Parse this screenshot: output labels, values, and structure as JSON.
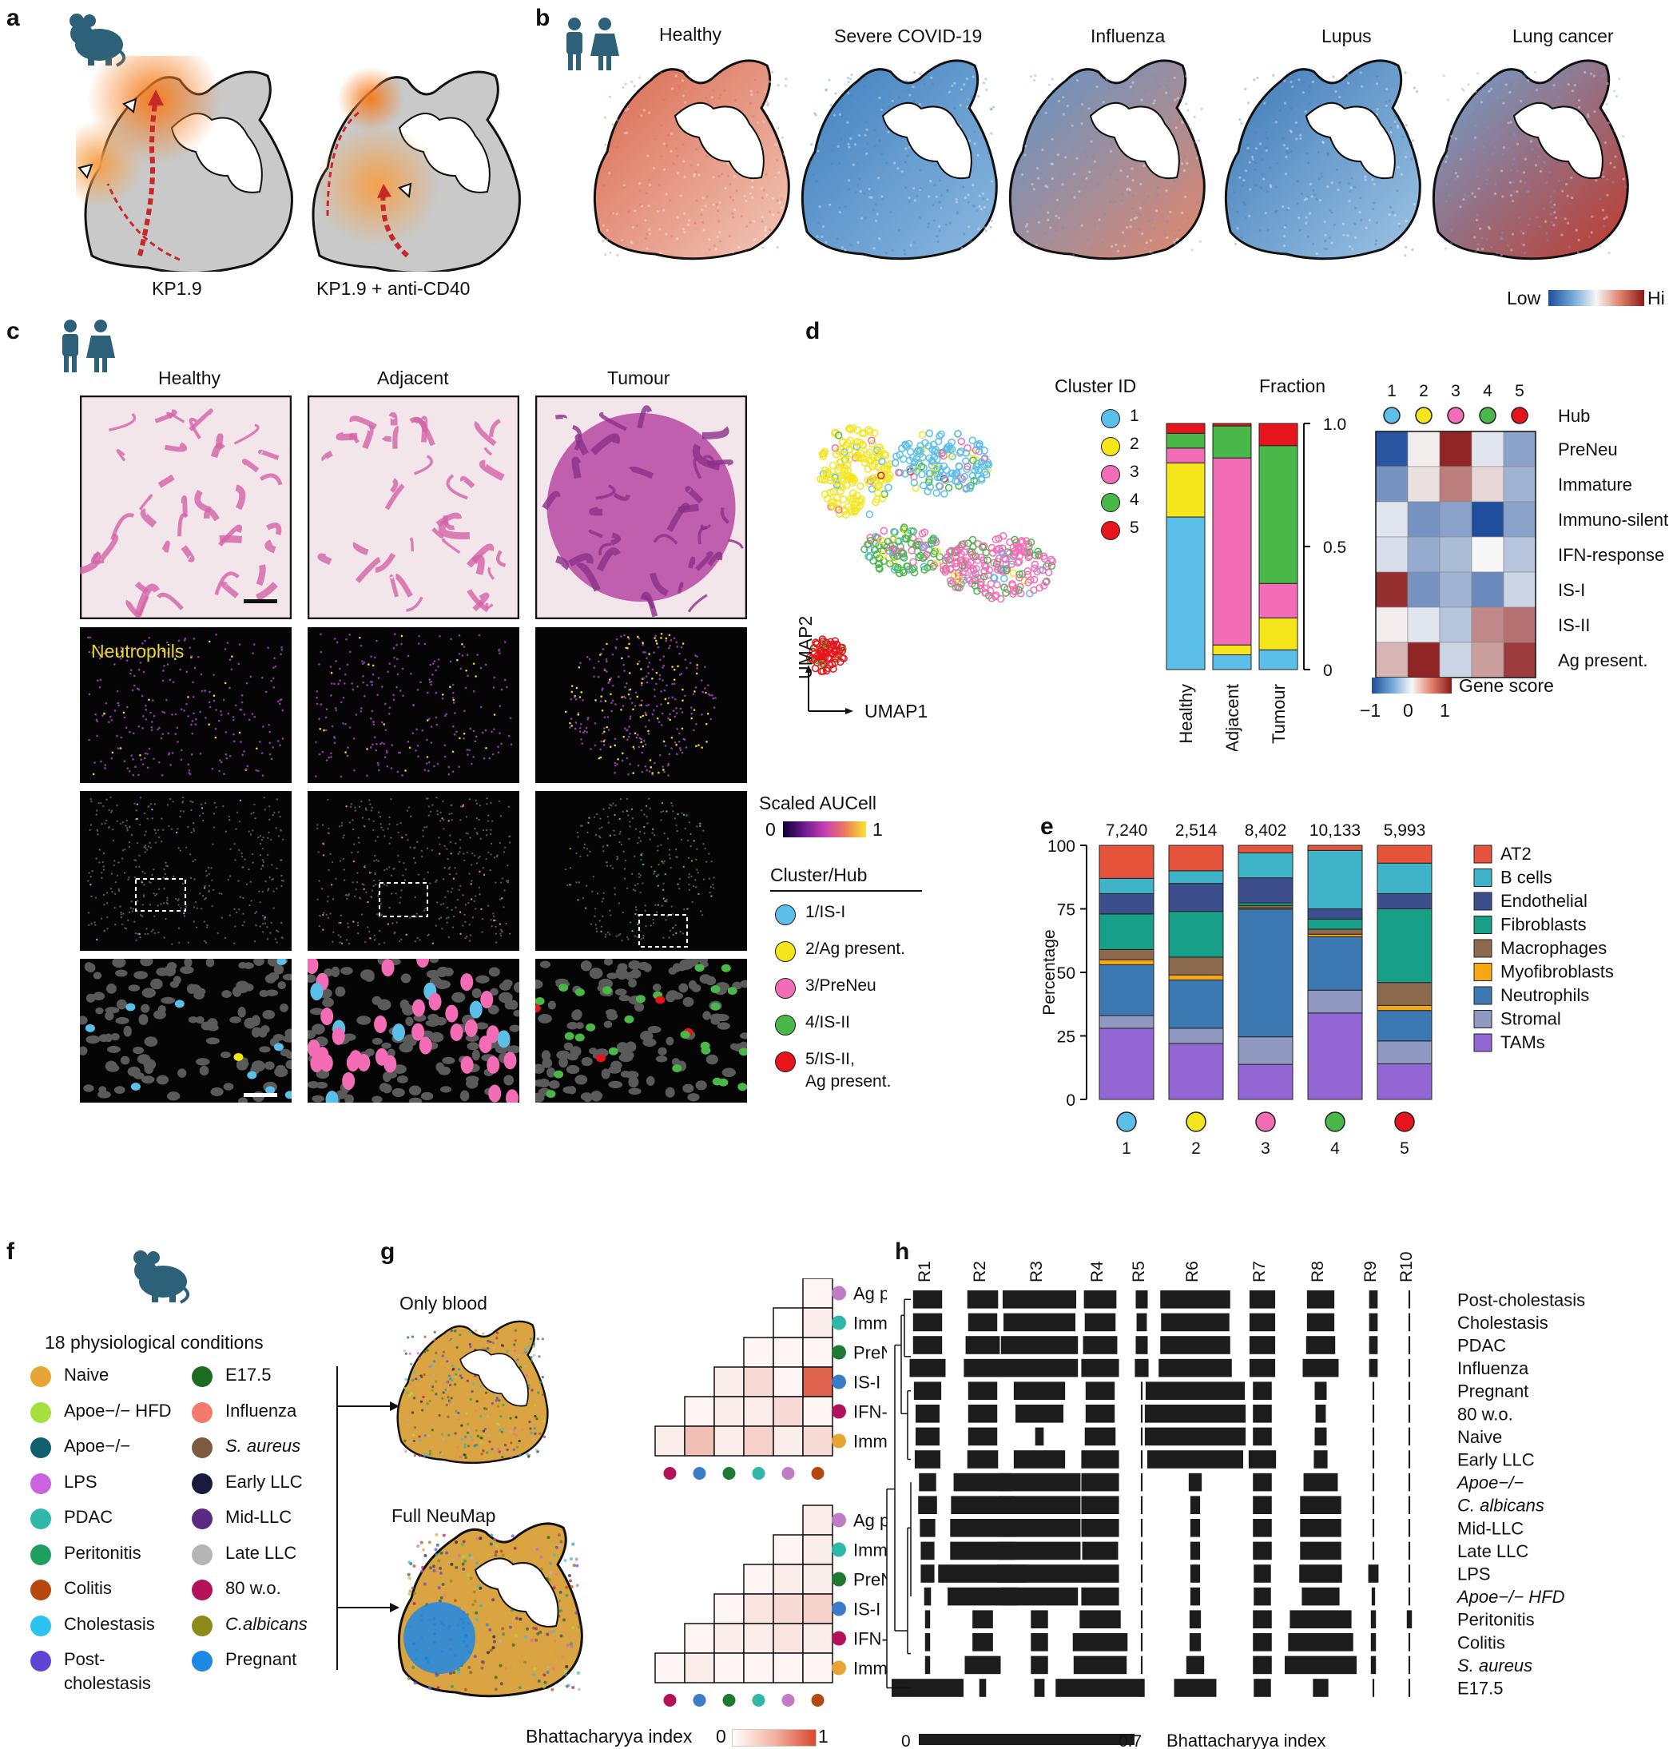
{
  "panel_letters": {
    "a": "a",
    "b": "b",
    "c": "c",
    "d": "d",
    "e": "e",
    "f": "f",
    "g": "g",
    "h": "h"
  },
  "panel_a": {
    "labels": [
      "KP1.9",
      "KP1.9 + anti-CD40"
    ]
  },
  "panel_b": {
    "conditions": [
      "Healthy",
      "Severe COVID-19",
      "Influenza",
      "Lupus",
      "Lung cancer"
    ],
    "scale_low": "Low",
    "scale_high": "Hi",
    "colors": {
      "low": "#2166ac",
      "mid": "#f7f7f7",
      "high": "#8b1a1a"
    }
  },
  "panel_c": {
    "columns": [
      "Healthy",
      "Adjacent",
      "Tumour"
    ],
    "row2_label": "Neutrophils",
    "aucell_title": "Scaled AUCell",
    "aucell_min": "0",
    "aucell_max": "1",
    "cluster_title": "Cluster/Hub",
    "clusters": [
      {
        "label": "1/IS-I",
        "color": "#5bbfe9"
      },
      {
        "label": "2/Ag present.",
        "color": "#f5e51b"
      },
      {
        "label": "3/PreNeu",
        "color": "#f26db6"
      },
      {
        "label": "4/IS-II",
        "color": "#49b848"
      },
      {
        "label": "5/IS-II,",
        "label2": "Ag present.",
        "color": "#e8141b"
      }
    ]
  },
  "panel_d": {
    "cluster_id_title": "Cluster ID",
    "cluster_ids": [
      "1",
      "2",
      "3",
      "4",
      "5"
    ],
    "cluster_colors": [
      "#5bbfe9",
      "#f5e51b",
      "#f26db6",
      "#49b848",
      "#e8141b"
    ],
    "umap_x": "UMAP1",
    "umap_y": "UMAP2",
    "fraction_title": "Fraction",
    "fraction_ticks": [
      "1.0",
      "0.5",
      "0"
    ],
    "fraction_categories": [
      "Healthy",
      "Adjacent",
      "Tumour"
    ],
    "heatmap_cols": [
      "1",
      "2",
      "3",
      "4",
      "5"
    ],
    "heatmap_rows": [
      "Hub",
      "PreNeu",
      "Immature",
      "Immuno-silent",
      "IFN-response",
      "IS-I",
      "IS-II",
      "Ag present."
    ],
    "gene_score_title": "Gene score",
    "gene_score_ticks": [
      "−1",
      "0",
      "1"
    ]
  },
  "panel_f": {
    "title": "18 physiological conditions",
    "conditions_left": [
      {
        "label": "Naive",
        "color": "#e8a435"
      },
      {
        "label": "Apoe−/− HFD",
        "color": "#a6e03e"
      },
      {
        "label": "Apoe−/−",
        "color": "#115e6e"
      },
      {
        "label": "LPS",
        "color": "#cb62e0"
      },
      {
        "label": "PDAC",
        "color": "#2fb8a8"
      },
      {
        "label": "Peritonitis",
        "color": "#1f9e60"
      },
      {
        "label": "Colitis",
        "color": "#b5470f"
      },
      {
        "label": "Cholestasis",
        "color": "#2bc3ef"
      },
      {
        "label": "Post-",
        "label2": "cholestasis",
        "color": "#5f45d6"
      }
    ],
    "conditions_right": [
      {
        "label": "E17.5",
        "color": "#1b6b20"
      },
      {
        "label": "Influenza",
        "color": "#f47a6e"
      },
      {
        "label": "S. aureus",
        "color": "#7e5a41"
      },
      {
        "label": "Early LLC",
        "color": "#1a1a3e"
      },
      {
        "label": "Mid-LLC",
        "color": "#5a2a82"
      },
      {
        "label": "Late LLC",
        "color": "#b5b5b5"
      },
      {
        "label": "80 w.o.",
        "color": "#b3125b"
      },
      {
        "label": "C.albicans",
        "color": "#8b8a1a"
      },
      {
        "label": "Pregnant",
        "color": "#1e88e5"
      }
    ]
  },
  "panel_g": {
    "titles": [
      "Only blood",
      "Full NeuMap"
    ],
    "rows": [
      {
        "label": "Ag present.",
        "color": "#c07cc4"
      },
      {
        "label": "Immuno-silent",
        "color": "#2fb8a8"
      },
      {
        "label": "PreNeu",
        "color": "#1e7a32"
      },
      {
        "label": "IS-I",
        "color": "#3a7cc8"
      },
      {
        "label": "IFN-resp.",
        "color": "#b3125b"
      },
      {
        "label": "Immature",
        "color": "#e8a435"
      }
    ],
    "bi_title": "Bhattacharyya index",
    "bi_min": "0",
    "bi_max": "1"
  },
  "panel_h": {
    "columns": [
      "R1",
      "R2",
      "R3",
      "R4",
      "R5",
      "R6",
      "R7",
      "R8",
      "R9",
      "R10"
    ],
    "rows": [
      "Post-cholestasis",
      "Cholestasis",
      "PDAC",
      "Influenza",
      "Pregnant",
      "80 w.o.",
      "Naive",
      "Early LLC",
      "Apoe−/−",
      "C. albicans",
      "Mid-LLC",
      "Late LLC",
      "LPS",
      "Apoe−/− HFD",
      "Peritonitis",
      "Colitis",
      "S. aureus",
      "E17.5"
    ],
    "italic_rows": [
      8,
      9,
      13,
      16
    ],
    "scale_min": "0",
    "scale_max": "0.7",
    "scale_title": "Bhattacharyya index"
  },
  "chart_data": [
    {
      "type": "bar",
      "stacked": true,
      "title": "",
      "categories": [
        "Healthy",
        "Adjacent",
        "Tumour"
      ],
      "ylabel": "Fraction",
      "ylim": [
        0,
        1
      ],
      "series": [
        {
          "name": "1",
          "color": "#5bbfe9",
          "values": [
            0.62,
            0.06,
            0.08
          ]
        },
        {
          "name": "2",
          "color": "#f5e51b",
          "values": [
            0.22,
            0.04,
            0.13
          ]
        },
        {
          "name": "3",
          "color": "#f26db6",
          "values": [
            0.06,
            0.76,
            0.14
          ]
        },
        {
          "name": "4",
          "color": "#49b848",
          "values": [
            0.06,
            0.13,
            0.56
          ]
        },
        {
          "name": "5",
          "color": "#e8141b",
          "values": [
            0.04,
            0.01,
            0.09
          ]
        }
      ]
    },
    {
      "type": "heatmap",
      "title": "",
      "x": [
        "1",
        "2",
        "3",
        "4",
        "5"
      ],
      "y": [
        "PreNeu",
        "Immature",
        "Immuno-silent",
        "IFN-response",
        "IS-I",
        "IS-II",
        "Ag present."
      ],
      "zlim": [
        -1,
        1
      ],
      "values": [
        [
          -0.95,
          0.05,
          0.95,
          -0.1,
          -0.5
        ],
        [
          -0.6,
          0.1,
          0.55,
          0.15,
          -0.4
        ],
        [
          -0.1,
          -0.6,
          -0.5,
          -1.0,
          -0.5
        ],
        [
          -0.15,
          -0.45,
          -0.35,
          0.0,
          -0.3
        ],
        [
          0.9,
          -0.6,
          -0.4,
          -0.65,
          -0.2
        ],
        [
          0.05,
          -0.1,
          -0.3,
          0.5,
          0.6
        ],
        [
          0.3,
          0.95,
          -0.2,
          0.4,
          0.85
        ]
      ]
    },
    {
      "type": "bar",
      "stacked": true,
      "title": "",
      "categories": [
        "1",
        "2",
        "3",
        "4",
        "5"
      ],
      "totals": [
        "7,240",
        "2,514",
        "8,402",
        "10,133",
        "5,993"
      ],
      "ylabel": "Percentage",
      "ylim": [
        0,
        100
      ],
      "yticks": [
        "0",
        "25",
        "50",
        "75",
        "100"
      ],
      "series": [
        {
          "name": "TAMs",
          "color": "#9267d4",
          "values": [
            28,
            22,
            14,
            34,
            14
          ]
        },
        {
          "name": "Stromal",
          "color": "#8f99c2",
          "values": [
            5,
            6,
            11,
            9,
            9
          ]
        },
        {
          "name": "Neutrophils",
          "color": "#3c78b2",
          "values": [
            20,
            19,
            51,
            21,
            12
          ]
        },
        {
          "name": "Myofibroblasts",
          "color": "#f5a814",
          "values": [
            2,
            2,
            0.5,
            1,
            2
          ]
        },
        {
          "name": "Macrophages",
          "color": "#8b6a4e",
          "values": [
            4,
            7,
            1,
            2,
            9
          ]
        },
        {
          "name": "Fibroblasts",
          "color": "#17a087",
          "values": [
            14,
            18,
            1,
            4,
            29
          ]
        },
        {
          "name": "Endothelial",
          "color": "#3c4e8c",
          "values": [
            8,
            11,
            10,
            4,
            6
          ]
        },
        {
          "name": "B cells",
          "color": "#3fb4c9",
          "values": [
            6,
            5,
            10,
            23,
            12
          ]
        },
        {
          "name": "AT2",
          "color": "#e4533a",
          "values": [
            13,
            10,
            3,
            2,
            7
          ]
        }
      ]
    },
    {
      "type": "heatmap",
      "title": "Only blood",
      "x": [
        "IFN-resp.",
        "IS-I",
        "PreNeu",
        "Immuno-silent",
        "Ag present.",
        "Immature"
      ],
      "y": [
        "Ag present.",
        "Immuno-silent",
        "PreNeu",
        "IS-I",
        "IFN-resp.",
        "Immature"
      ],
      "zlim": [
        0,
        1
      ],
      "values": [
        [
          0.05
        ],
        [
          0.0,
          0.1
        ],
        [
          0.05,
          0.05,
          0.05
        ],
        [
          0.1,
          0.2,
          0.05,
          0.85
        ],
        [
          0.05,
          0.1,
          0.1,
          0.2,
          0.05
        ],
        [
          0.1,
          0.35,
          0.1,
          0.25,
          0.1,
          0.2
        ]
      ]
    },
    {
      "type": "heatmap",
      "title": "Full NeuMap",
      "x": [
        "IFN-resp.",
        "IS-I",
        "PreNeu",
        "Immuno-silent",
        "Ag present.",
        "Immature"
      ],
      "y": [
        "Ag present.",
        "Immuno-silent",
        "PreNeu",
        "IS-I",
        "IFN-resp.",
        "Immature"
      ],
      "zlim": [
        0,
        1
      ],
      "values": [
        [
          0.1
        ],
        [
          0.05,
          0.1
        ],
        [
          0.05,
          0.1,
          0.1
        ],
        [
          0.05,
          0.15,
          0.2,
          0.25
        ],
        [
          0.05,
          0.1,
          0.1,
          0.15,
          0.1
        ],
        [
          0.05,
          0.1,
          0.05,
          0.05,
          0.05,
          0.05
        ]
      ]
    },
    {
      "type": "bar",
      "title": "",
      "x": [
        "R1",
        "R2",
        "R3",
        "R4",
        "R5",
        "R6",
        "R7",
        "R8",
        "R9",
        "R10"
      ],
      "y": [
        "Post-cholestasis",
        "Cholestasis",
        "PDAC",
        "Influenza",
        "Pregnant",
        "80 w.o.",
        "Naive",
        "Early LLC",
        "Apoe−/−",
        "C. albicans",
        "Mid-LLC",
        "Late LLC",
        "LPS",
        "Apoe−/− HFD",
        "Peritonitis",
        "Colitis",
        "S. aureus",
        "E17.5"
      ],
      "xlim": [
        0,
        0.7
      ],
      "values": [
        [
          0.17,
          0.18,
          0.43,
          0.19,
          0.07,
          0.43,
          0.15,
          0.16,
          0.05,
          0.01
        ],
        [
          0.17,
          0.17,
          0.42,
          0.18,
          0.06,
          0.42,
          0.15,
          0.16,
          0.05,
          0.01
        ],
        [
          0.17,
          0.2,
          0.45,
          0.2,
          0.07,
          0.43,
          0.15,
          0.17,
          0.05,
          0.01
        ],
        [
          0.21,
          0.22,
          0.45,
          0.22,
          0.08,
          0.45,
          0.15,
          0.21,
          0.05,
          0.01
        ],
        [
          0.16,
          0.17,
          0.3,
          0.17,
          0.01,
          0.61,
          0.11,
          0.07,
          0.01,
          0.01
        ],
        [
          0.14,
          0.17,
          0.28,
          0.17,
          0.01,
          0.62,
          0.11,
          0.06,
          0.01,
          0.01
        ],
        [
          0.14,
          0.17,
          0.05,
          0.18,
          0.01,
          0.62,
          0.11,
          0.07,
          0.01,
          0.01
        ],
        [
          0.15,
          0.18,
          0.3,
          0.22,
          0.01,
          0.59,
          0.16,
          0.08,
          0.01,
          0.01
        ],
        [
          0.1,
          0.34,
          0.48,
          0.22,
          0.01,
          0.08,
          0.11,
          0.2,
          0.01,
          0.01
        ],
        [
          0.11,
          0.37,
          0.48,
          0.22,
          0.01,
          0.06,
          0.11,
          0.24,
          0.01,
          0.01
        ],
        [
          0.09,
          0.38,
          0.48,
          0.22,
          0.01,
          0.06,
          0.11,
          0.24,
          0.01,
          0.01
        ],
        [
          0.08,
          0.38,
          0.48,
          0.21,
          0.01,
          0.06,
          0.11,
          0.24,
          0.01,
          0.01
        ],
        [
          0.08,
          0.52,
          0.5,
          0.22,
          0.01,
          0.06,
          0.1,
          0.25,
          0.06,
          0.01
        ],
        [
          0.04,
          0.41,
          0.45,
          0.22,
          0.01,
          0.06,
          0.1,
          0.22,
          0.02,
          0.01
        ],
        [
          0.03,
          0.12,
          0.1,
          0.24,
          0.01,
          0.07,
          0.11,
          0.36,
          0.03,
          0.03
        ],
        [
          0.03,
          0.12,
          0.1,
          0.32,
          0.01,
          0.07,
          0.11,
          0.38,
          0.03,
          0.01
        ],
        [
          0.03,
          0.21,
          0.1,
          0.31,
          0.01,
          0.11,
          0.11,
          0.42,
          0.03,
          0.01
        ],
        [
          0.42,
          0.04,
          0.06,
          0.52,
          0.01,
          0.26,
          0.1,
          0.09,
          0.01,
          0.01
        ]
      ]
    }
  ]
}
